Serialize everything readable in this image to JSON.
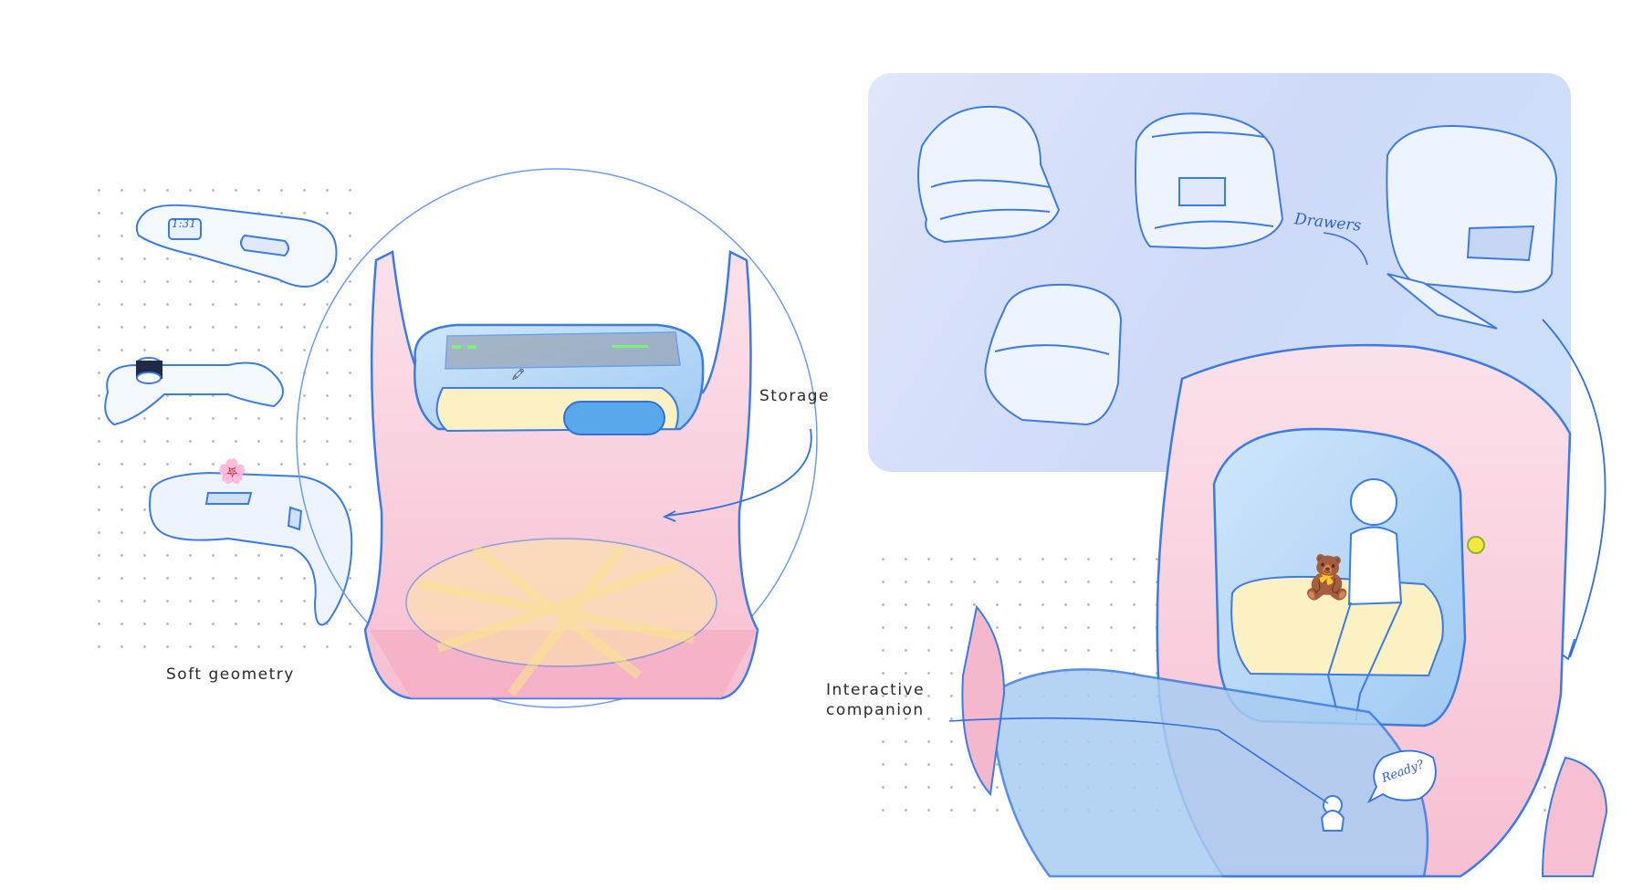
{
  "labels": {
    "soft_geometry": "Soft geometry",
    "storage": "Storage",
    "interactive_companion_line1": "Interactive",
    "interactive_companion_line2": "companion"
  },
  "handwriting": {
    "drawers": "Drawers",
    "ready": "Ready?",
    "time_display": "1:31"
  },
  "icons": {
    "flower": "flower-icon",
    "teddy": "teddy-bear-icon",
    "crayon": "crayon-icon",
    "lamp": "lamp-icon"
  },
  "colors": {
    "sketch_line": "#2f6fe0",
    "pink_fill": "#f8c9d8",
    "blue_fill": "#bcdcf7",
    "yellow_fill": "#fbf1b6",
    "panel_bg": "#d4defa"
  }
}
